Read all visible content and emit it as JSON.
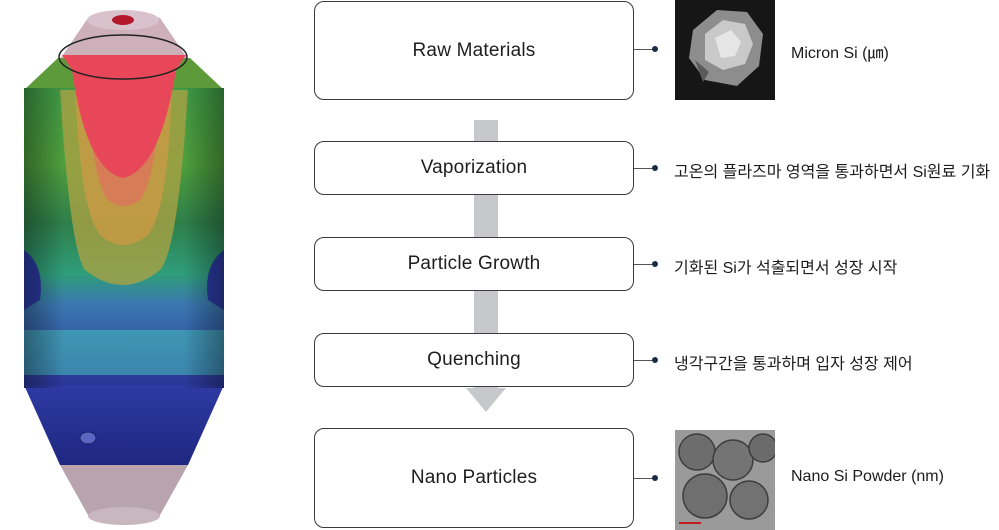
{
  "steps": [
    {
      "label": "Raw Materials",
      "description": "Micron Si (㎛)",
      "icon": "micron-si-sem-image"
    },
    {
      "label": "Vaporization",
      "description": "고온의 플라즈마 영역을 통과하면서 Si원료 기화"
    },
    {
      "label": "Particle Growth",
      "description": "기화된 Si가 석출되면서 성장 시작"
    },
    {
      "label": "Quenching",
      "description": "냉각구간을 통과하며 입자 성장 제어"
    },
    {
      "label": "Nano Particles",
      "description": "Nano Si Powder (nm)",
      "icon": "nano-si-tem-image"
    }
  ],
  "colors": {
    "flow_arrow": "#c7c8cc",
    "box_border": "#3a3a3a",
    "hot_zone": "#e8475a",
    "cool_zone": "#2a3aa0"
  }
}
